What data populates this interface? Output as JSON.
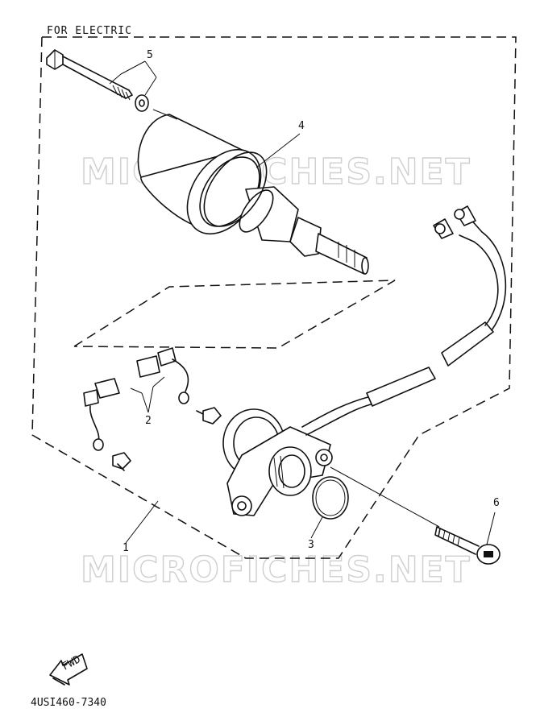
{
  "title": "FOR ELECTRIC",
  "watermark": "MICROFICHES.NET",
  "fwd_label": "FWD",
  "drawing_number": "4USI460-7340",
  "callouts": {
    "c1": "1",
    "c2": "2",
    "c3": "3",
    "c4": "4",
    "c5": "5",
    "c6": "6"
  }
}
